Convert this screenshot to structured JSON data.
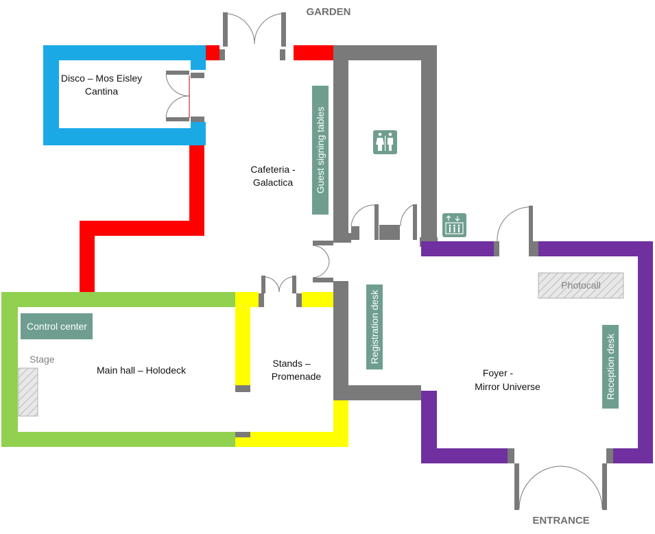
{
  "colors": {
    "disco": "#1ba9e6",
    "corridor": "#ff0000",
    "wall": "#7a7a7a",
    "main_hall": "#92d050",
    "stands": "#ffff00",
    "foyer": "#7030a0",
    "furniture": "#6f9e90",
    "door": "#7a7a7a"
  },
  "labels": {
    "garden": "GARDEN",
    "entrance": "ENTRANCE",
    "disco_line1": "Disco – Mos Eisley",
    "disco_line2": "Cantina",
    "cafeteria_line1": "Cafeteria -",
    "cafeteria_line2": "Galactica",
    "guest_signing": "Guest signing tables",
    "main_hall": "Main hall – Holodeck",
    "control_center": "Control center",
    "stage": "Stage",
    "stands_line1": "Stands –",
    "stands_line2": "Promenade",
    "registration": "Registration desk",
    "photocall": "Photocall",
    "reception": "Reception desk",
    "foyer_line1": "Foyer -",
    "foyer_line2": "Mirror Universe"
  },
  "icons": {
    "restroom": "restroom-icon",
    "elevator": "elevator-icon"
  }
}
